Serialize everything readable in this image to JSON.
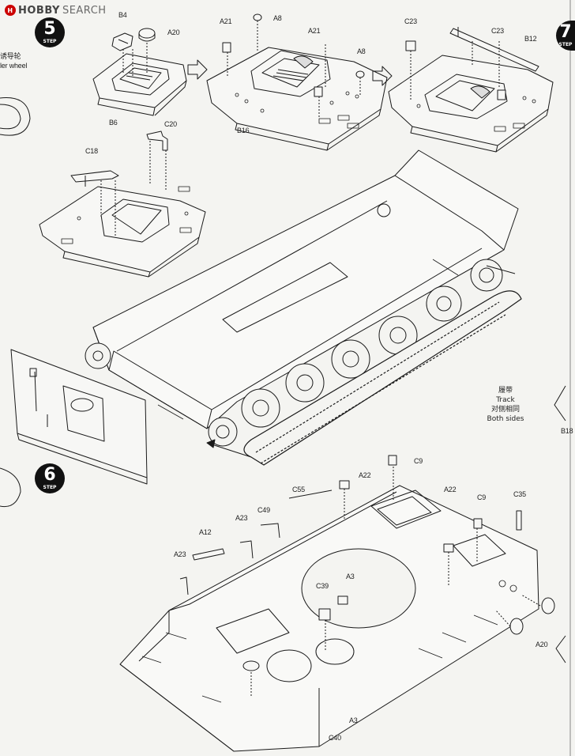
{
  "header": {
    "brand_bold": "HOBBY",
    "brand_rest": "SEARCH"
  },
  "steps": [
    {
      "word": "STEP",
      "number": "5"
    },
    {
      "word": "STEP",
      "number": "6"
    },
    {
      "word": "STEP",
      "number": "7"
    }
  ],
  "left_margin_text": [
    "诱导轮",
    "ler wheel"
  ],
  "track_note": [
    "履带",
    "Track",
    "对侧相同",
    "Both sides"
  ],
  "parts": {
    "b4": "B4",
    "a20_top": "A20",
    "b6": "B6",
    "a21_a": "A21",
    "a8_a": "A8",
    "a21_b": "A21",
    "a8_b": "A8",
    "b16": "B16",
    "c23_a": "C23",
    "c23_b": "C23",
    "b12": "B12",
    "c20": "C20",
    "c18": "C18",
    "b18": "B18",
    "c9_a": "C9",
    "a22_a": "A22",
    "c55": "C55",
    "c49": "C49",
    "a23_a": "A23",
    "a12": "A12",
    "a23_b": "A23",
    "a22_b": "A22",
    "c9_b": "C9",
    "c35": "C35",
    "a3_a": "A3",
    "c39": "C39",
    "a20_b": "A20",
    "a3_b": "A3",
    "c40": "C40"
  },
  "colors": {
    "ink": "#1a1a1a",
    "paper": "#f4f4f1"
  }
}
